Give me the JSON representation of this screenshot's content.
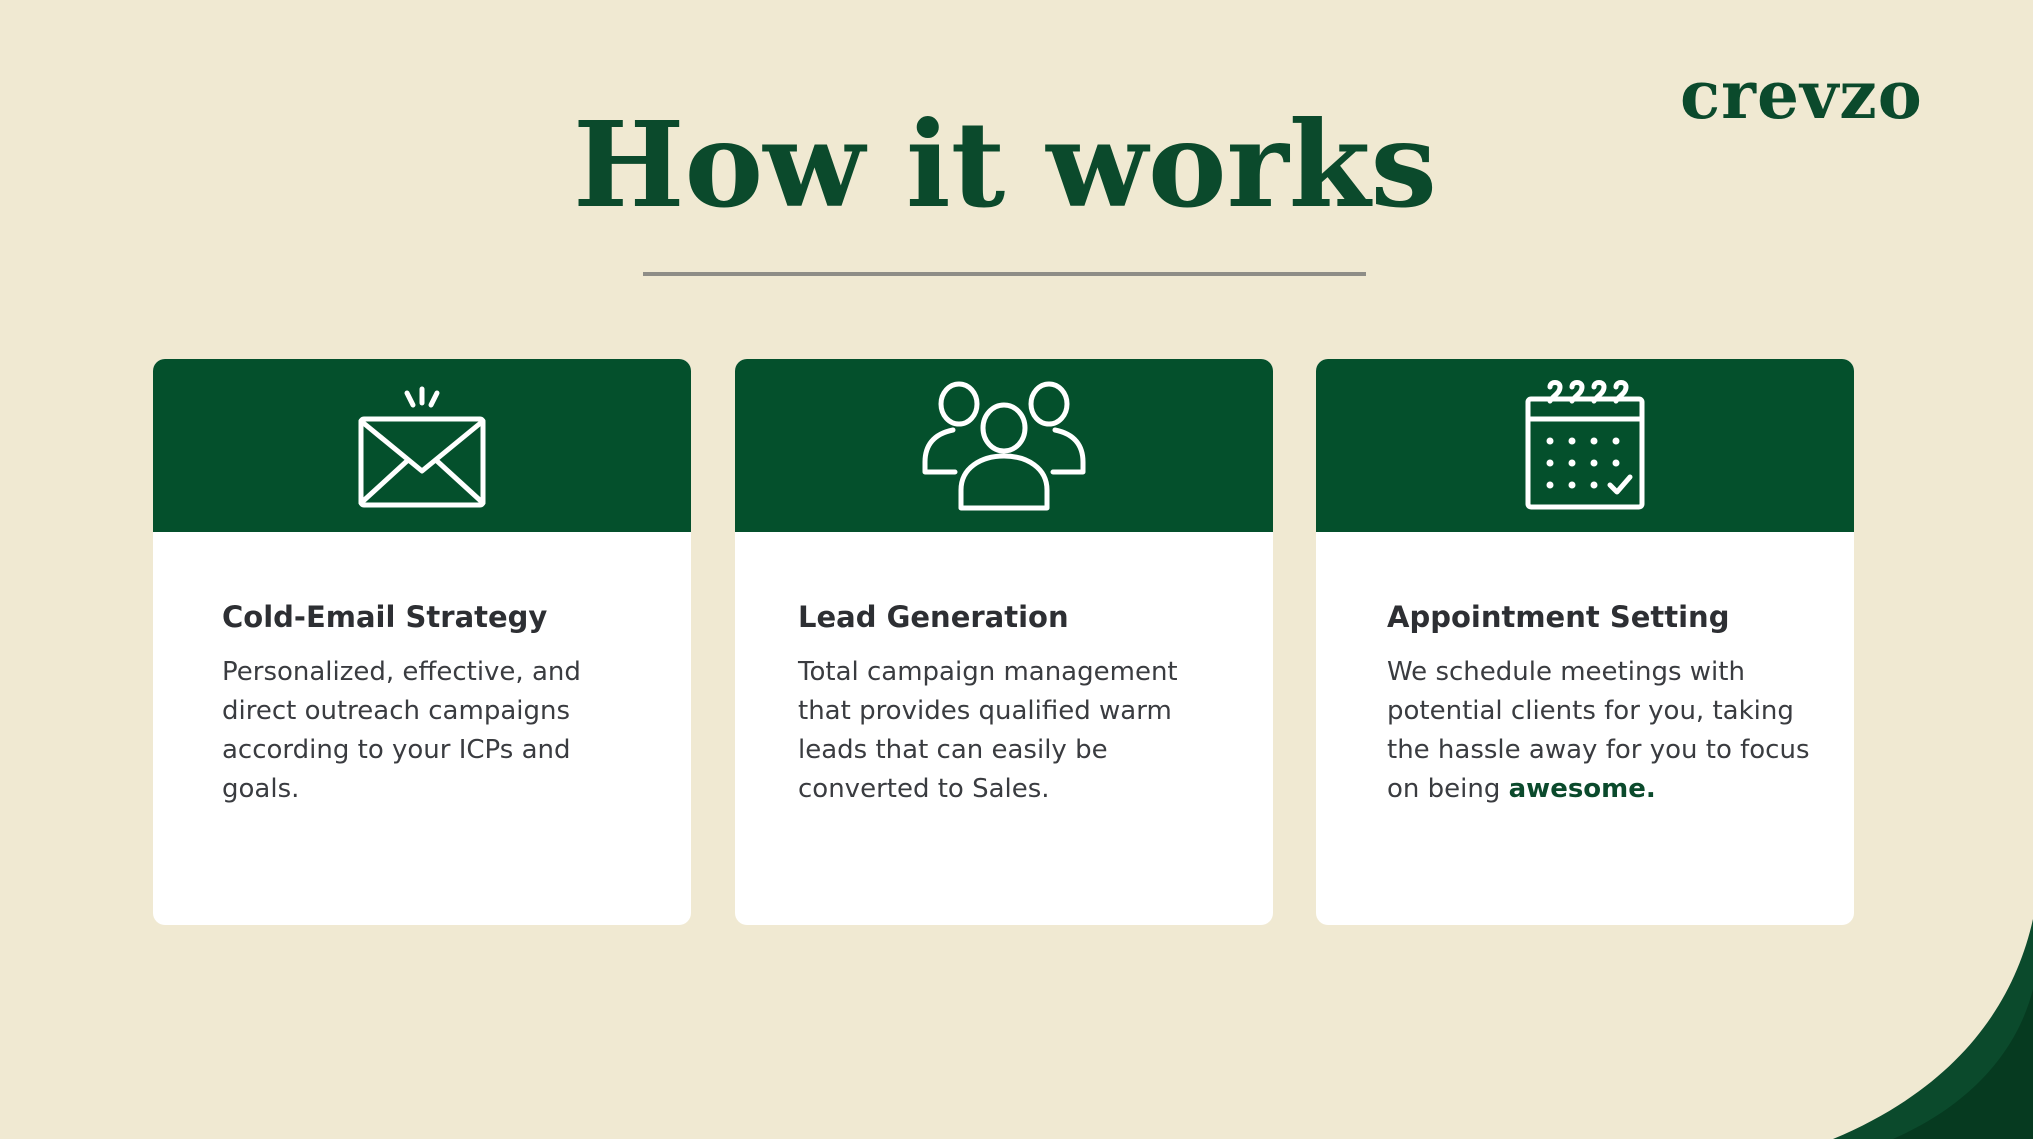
{
  "brand": {
    "logo_text": "crevzo",
    "primary_color": "#0b4a2c",
    "header_green": "#04502c",
    "background": "#f0e9d2"
  },
  "page": {
    "title": "How it works"
  },
  "cards": [
    {
      "icon": "envelope-icon",
      "title": "Cold-Email Strategy",
      "description": "Personalized, effective, and direct outreach campaigns according to your ICPs and goals."
    },
    {
      "icon": "people-group-icon",
      "title": "Lead Generation",
      "description": "Total campaign management that provides qualified warm leads that can easily be converted to Sales."
    },
    {
      "icon": "calendar-check-icon",
      "title": "Appointment Setting",
      "description_prefix": "We schedule meetings with potential clients for you, taking the hassle away for you to focus on being ",
      "description_highlight": "awesome."
    }
  ]
}
